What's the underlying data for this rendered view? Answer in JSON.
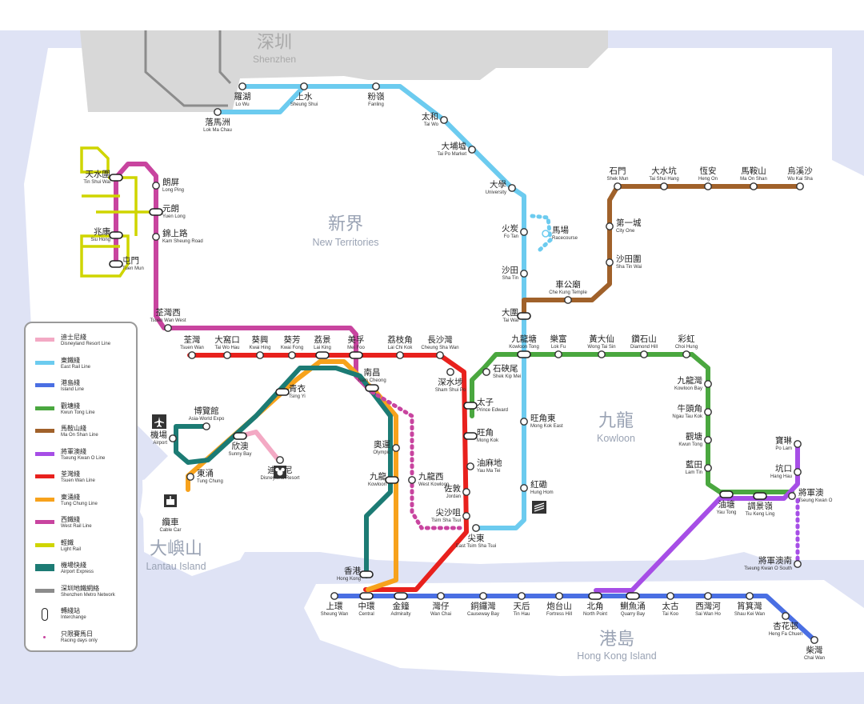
{
  "colors": {
    "sea": "#dfe3f5",
    "land": "#ffffff",
    "shenzhen": "#d8d8d8",
    "disneyland": "#f3a9c4",
    "east_rail": "#6ccbef",
    "island": "#4a6fe3",
    "kwun_tong": "#4aa73f",
    "ma_on_shan": "#a0612a",
    "tseung_kwan_o": "#a64ee6",
    "tsuen_wan": "#e8211d",
    "tung_chung": "#f7a21c",
    "west_rail": "#c8449f",
    "light_rail": "#cfd500",
    "airport_express": "#1c7b74",
    "shenzhen_metro": "#8c8c8c"
  },
  "regions": {
    "shenzhen": {
      "zh": "深圳",
      "en": "Shenzhen"
    },
    "new_territories": {
      "zh": "新界",
      "en": "New Territories"
    },
    "kowloon": {
      "zh": "九龍",
      "en": "Kowloon"
    },
    "lantau": {
      "zh": "大嶼山",
      "en": "Lantau Island"
    },
    "hong_kong_island": {
      "zh": "港島",
      "en": "Hong Kong Island"
    }
  },
  "legend": [
    {
      "zh": "迪士尼綫",
      "en": "Disneyland Resort Line",
      "color": "#f3a9c4"
    },
    {
      "zh": "東鐵綫",
      "en": "East Rail Line",
      "color": "#6ccbef"
    },
    {
      "zh": "港島綫",
      "en": "Island Line",
      "color": "#4a6fe3"
    },
    {
      "zh": "觀塘綫",
      "en": "Kwun Tong Line",
      "color": "#4aa73f"
    },
    {
      "zh": "馬鞍山綫",
      "en": "Ma On Shan Line",
      "color": "#a0612a"
    },
    {
      "zh": "將軍澳綫",
      "en": "Tseung Kwan O Line",
      "color": "#a64ee6"
    },
    {
      "zh": "荃灣綫",
      "en": "Tsuen Wan Line",
      "color": "#e8211d"
    },
    {
      "zh": "東涌綫",
      "en": "Tung Chung Line",
      "color": "#f7a21c"
    },
    {
      "zh": "西鐵綫",
      "en": "West Rail Line",
      "color": "#c8449f"
    },
    {
      "zh": "輕鐵",
      "en": "Light Rail",
      "color": "#cfd500"
    },
    {
      "zh": "機場快綫",
      "en": "Airport Express",
      "color": "#1c7b74"
    },
    {
      "zh": "深圳地鐵網絡",
      "en": "Shenzhen Metro Network",
      "color": "#8c8c8c"
    },
    {
      "zh": "轉綫站",
      "en": "Interchange",
      "color": ""
    },
    {
      "zh": "只限賽馬日",
      "en": "Racing days only",
      "color": ""
    }
  ],
  "stations": [
    {
      "id": "lo-wu",
      "zh": "羅湖",
      "en": "Lo Wu"
    },
    {
      "id": "lok-ma-chau",
      "zh": "落馬洲",
      "en": "Lok Ma Chau"
    },
    {
      "id": "sheung-shui",
      "zh": "上水",
      "en": "Sheung Shui"
    },
    {
      "id": "fanling",
      "zh": "粉嶺",
      "en": "Fanling"
    },
    {
      "id": "tai-wo",
      "zh": "太和",
      "en": "Tai Wo"
    },
    {
      "id": "tai-po-market",
      "zh": "大埔墟",
      "en": "Tai Po Market"
    },
    {
      "id": "university",
      "zh": "大學",
      "en": "University"
    },
    {
      "id": "fo-tan",
      "zh": "火炭",
      "en": "Fo Tan"
    },
    {
      "id": "racecourse",
      "zh": "馬場",
      "en": "Racecourse"
    },
    {
      "id": "sha-tin",
      "zh": "沙田",
      "en": "Sha Tin"
    },
    {
      "id": "tai-wai",
      "zh": "大圍",
      "en": "Tai Wai"
    },
    {
      "id": "kowloon-tong",
      "zh": "九龍塘",
      "en": "Kowloon Tong"
    },
    {
      "id": "mong-kok-east",
      "zh": "旺角東",
      "en": "Mong Kok East"
    },
    {
      "id": "hung-hom",
      "zh": "紅磡",
      "en": "Hung Hom"
    },
    {
      "id": "east-tsim-sha-tsui",
      "zh": "尖東",
      "en": "East Tsim Sha Tsui"
    },
    {
      "id": "che-kung-temple",
      "zh": "車公廟",
      "en": "Che Kung Temple"
    },
    {
      "id": "sha-tin-wai",
      "zh": "沙田圍",
      "en": "Sha Tin Wai"
    },
    {
      "id": "city-one",
      "zh": "第一城",
      "en": "City One"
    },
    {
      "id": "shek-mun",
      "zh": "石門",
      "en": "Shek Mun"
    },
    {
      "id": "tai-shui-hang",
      "zh": "大水坑",
      "en": "Tai Shui Hang"
    },
    {
      "id": "heng-on",
      "zh": "恆安",
      "en": "Heng On"
    },
    {
      "id": "ma-on-shan",
      "zh": "馬鞍山",
      "en": "Ma On Shan"
    },
    {
      "id": "wu-kai-sha",
      "zh": "烏溪沙",
      "en": "Wu Kai Sha"
    },
    {
      "id": "tin-shui-wai",
      "zh": "天水圍",
      "en": "Tin Shui Wai"
    },
    {
      "id": "long-ping",
      "zh": "朗屏",
      "en": "Long Ping"
    },
    {
      "id": "yuen-long",
      "zh": "元朗",
      "en": "Yuen Long"
    },
    {
      "id": "kam-sheung-road",
      "zh": "錦上路",
      "en": "Kam Sheung Road"
    },
    {
      "id": "siu-hong",
      "zh": "兆康",
      "en": "Siu Hong"
    },
    {
      "id": "tuen-mun",
      "zh": "屯門",
      "en": "Tuen Mun"
    },
    {
      "id": "tsuen-wan-west",
      "zh": "荃灣西",
      "en": "Tsuen Wan West"
    },
    {
      "id": "tsuen-wan",
      "zh": "荃灣",
      "en": "Tsuen Wan"
    },
    {
      "id": "tai-wo-hau",
      "zh": "大窩口",
      "en": "Tai Wo Hau"
    },
    {
      "id": "kwai-hing",
      "zh": "葵興",
      "en": "Kwai Hing"
    },
    {
      "id": "kwai-fong",
      "zh": "葵芳",
      "en": "Kwai Fong"
    },
    {
      "id": "lai-king",
      "zh": "荔景",
      "en": "Lai King"
    },
    {
      "id": "mei-foo",
      "zh": "美孚",
      "en": "Mei Foo"
    },
    {
      "id": "lai-chi-kok",
      "zh": "荔枝角",
      "en": "Lai Chi Kok"
    },
    {
      "id": "cheung-sha-wan",
      "zh": "長沙灣",
      "en": "Cheung Sha Wan"
    },
    {
      "id": "nam-cheong",
      "zh": "南昌",
      "en": "Nam Cheong"
    },
    {
      "id": "sham-shui-po",
      "zh": "深水埗",
      "en": "Sham Shui Po"
    },
    {
      "id": "prince-edward",
      "zh": "太子",
      "en": "Prince Edward"
    },
    {
      "id": "mong-kok",
      "zh": "旺角",
      "en": "Mong Kok"
    },
    {
      "id": "yau-ma-tei",
      "zh": "油麻地",
      "en": "Yau Ma Tei"
    },
    {
      "id": "jordan",
      "zh": "佐敦",
      "en": "Jordan"
    },
    {
      "id": "tsim-sha-tsui",
      "zh": "尖沙咀",
      "en": "Tsim Sha Tsui"
    },
    {
      "id": "shek-kip-mei",
      "zh": "石硤尾",
      "en": "Shek Kip Mei"
    },
    {
      "id": "lok-fu",
      "zh": "樂富",
      "en": "Lok Fu"
    },
    {
      "id": "wong-tai-sin",
      "zh": "黃大仙",
      "en": "Wong Tai Sin"
    },
    {
      "id": "diamond-hill",
      "zh": "鑽石山",
      "en": "Diamond Hill"
    },
    {
      "id": "choi-hung",
      "zh": "彩虹",
      "en": "Choi Hung"
    },
    {
      "id": "kowloon-bay",
      "zh": "九龍灣",
      "en": "Kowloon Bay"
    },
    {
      "id": "ngau-tau-kok",
      "zh": "牛頭角",
      "en": "Ngau Tau Kok"
    },
    {
      "id": "kwun-tong",
      "zh": "觀塘",
      "en": "Kwun Tong"
    },
    {
      "id": "lam-tin",
      "zh": "藍田",
      "en": "Lam Tin"
    },
    {
      "id": "yau-tong",
      "zh": "油塘",
      "en": "Yau Tong"
    },
    {
      "id": "tiu-keng-leng",
      "zh": "調景嶺",
      "en": "Tiu Keng Ling"
    },
    {
      "id": "po-lam",
      "zh": "寶琳",
      "en": "Po Lam"
    },
    {
      "id": "hang-hau",
      "zh": "坑口",
      "en": "Hang Hau"
    },
    {
      "id": "tseung-kwan-o",
      "zh": "將軍澳",
      "en": "Tseung Kwan O"
    },
    {
      "id": "tko-south",
      "zh": "將軍澳南",
      "en": "Tseung Kwan O South"
    },
    {
      "id": "tsing-yi",
      "zh": "青衣",
      "en": "Tsing Yi"
    },
    {
      "id": "olympic",
      "zh": "奧運",
      "en": "Olympic"
    },
    {
      "id": "kowloon",
      "zh": "九龍",
      "en": "Kowloon"
    },
    {
      "id": "west-kowloon",
      "zh": "九龍西",
      "en": "West Kowloon"
    },
    {
      "id": "asia-world-expo",
      "zh": "博覽館",
      "en": "Asia-World Expo"
    },
    {
      "id": "airport",
      "zh": "機場",
      "en": "Airport"
    },
    {
      "id": "sunny-bay",
      "zh": "欣澳",
      "en": "Sunny Bay"
    },
    {
      "id": "disneyland-resort",
      "zh": "迪士尼",
      "en": "Disneyland Resort"
    },
    {
      "id": "tung-chung",
      "zh": "東涌",
      "en": "Tung Chung"
    },
    {
      "id": "cable-car",
      "zh": "纜車",
      "en": "Cable Car"
    },
    {
      "id": "hong-kong",
      "zh": "香港",
      "en": "Hong Kong"
    },
    {
      "id": "sheung-wan",
      "zh": "上環",
      "en": "Sheung Wan"
    },
    {
      "id": "central",
      "zh": "中環",
      "en": "Central"
    },
    {
      "id": "admiralty",
      "zh": "金鐘",
      "en": "Admiralty"
    },
    {
      "id": "wan-chai",
      "zh": "灣仔",
      "en": "Wan Chai"
    },
    {
      "id": "causeway-bay",
      "zh": "銅鑼灣",
      "en": "Causeway Bay"
    },
    {
      "id": "tin-hau",
      "zh": "天后",
      "en": "Tin Hau"
    },
    {
      "id": "fortress-hill",
      "zh": "炮台山",
      "en": "Fortress Hill"
    },
    {
      "id": "north-point",
      "zh": "北角",
      "en": "North Point"
    },
    {
      "id": "quarry-bay",
      "zh": "鰂魚涌",
      "en": "Quarry Bay"
    },
    {
      "id": "tai-koo",
      "zh": "太古",
      "en": "Tai Koo"
    },
    {
      "id": "sai-wan-ho",
      "zh": "西灣河",
      "en": "Sai Wan Ho"
    },
    {
      "id": "shau-kei-wan",
      "zh": "筲箕灣",
      "en": "Shau Kei Wan"
    },
    {
      "id": "heng-fa-chuen",
      "zh": "杏花邨",
      "en": "Heng Fa Chuen"
    },
    {
      "id": "chai-wan",
      "zh": "柴灣",
      "en": "Chai Wan"
    }
  ]
}
